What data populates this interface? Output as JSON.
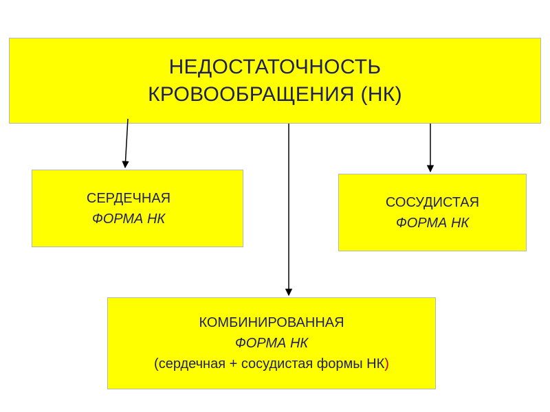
{
  "root": {
    "line1": "НЕДОСТАТОЧНОСТЬ",
    "line2": "КРОВООБРАЩЕНИЯ (НК)"
  },
  "cardiac": {
    "line1": "СЕРДЕЧНАЯ",
    "line2": "ФОРМА НК"
  },
  "vascular": {
    "line1": "СОСУДИСТАЯ",
    "line2": "ФОРМА НК"
  },
  "combined": {
    "line1": "КОМБИНИРОВАННАЯ",
    "line2": "ФОРМА НК",
    "line3_open": "(",
    "line3_body": "сердечная + сосудистая формы НК",
    "line3_close": ")"
  },
  "colors": {
    "box_fill": "#ffff00",
    "text": "#1f1f5a",
    "arrow": "#000000",
    "closing_paren": "#c00000"
  }
}
